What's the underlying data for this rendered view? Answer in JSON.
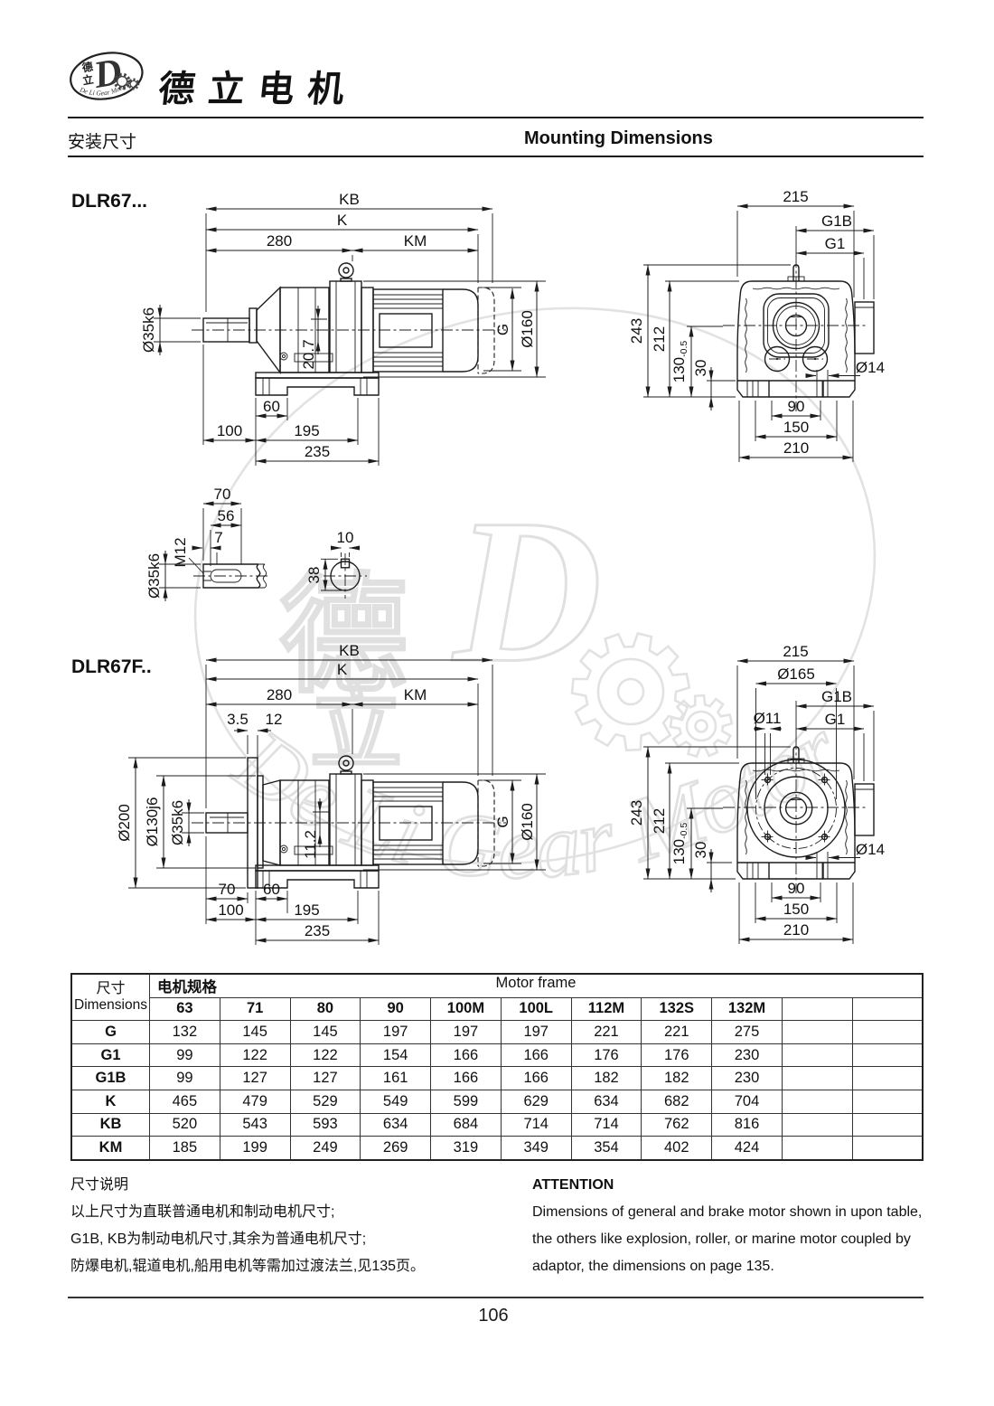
{
  "logo": {
    "cn_top": "德",
    "cn_bottom": "立",
    "letter": "D",
    "arc_text": "De Li Gear Motor"
  },
  "header": {
    "brand": "德立电机",
    "title_cn": "安装尺寸",
    "title_en": "Mounting Dimensions"
  },
  "sections": {
    "model1": "DLR67...",
    "model2": "DLR67F.."
  },
  "dims": {
    "side67": {
      "kb": "KB",
      "k": "K",
      "l280": "280",
      "km": "KM",
      "dia35": "Ø35k6",
      "g": "G",
      "dia160": "Ø160",
      "k207": "20.7",
      "l60": "60",
      "l100": "100",
      "l195": "195",
      "l235": "235"
    },
    "end67": {
      "l215": "215",
      "g1b": "G1B",
      "g1": "G1",
      "l243": "243",
      "l212": "212",
      "l130": "130",
      "tol": "-0.5",
      "l30": "30",
      "dia14": "Ø14",
      "l90": "90",
      "l150": "150",
      "l210": "210"
    },
    "shaft": {
      "l70": "70",
      "l56": "56",
      "l7": "7",
      "m12": "M12",
      "dia35": "Ø35k6",
      "l10": "10",
      "l38": "38"
    },
    "side67f": {
      "kb": "KB",
      "k": "K",
      "l280": "280",
      "km": "KM",
      "l35": "3.5",
      "l12": "12",
      "dia200": "Ø200",
      "dia130": "Ø130j6",
      "dia35": "Ø35k6",
      "k112": "11.2",
      "g": "G",
      "dia160": "Ø160",
      "l70": "70",
      "l60": "60",
      "l100": "100",
      "l195": "195",
      "l235": "235"
    },
    "end67f": {
      "l215": "215",
      "dia165": "Ø165",
      "g1b": "G1B",
      "dia11": "Ø11",
      "g1": "G1",
      "l243": "243",
      "l212": "212",
      "l130": "130",
      "tol": "-0.5",
      "l30": "30",
      "dia14": "Ø14",
      "l90": "90",
      "l150": "150",
      "l210": "210"
    }
  },
  "table": {
    "header_col1_cn": "尺寸",
    "header_col1_en": "Dimensions",
    "header_group_cn": "电机规格",
    "header_group_en": "Motor frame",
    "columns": [
      "63",
      "71",
      "80",
      "90",
      "100M",
      "100L",
      "112M",
      "132S",
      "132M",
      "",
      ""
    ],
    "rows": [
      {
        "label": "G",
        "values": [
          "132",
          "145",
          "145",
          "197",
          "197",
          "197",
          "221",
          "221",
          "275",
          "",
          ""
        ]
      },
      {
        "label": "G1",
        "values": [
          "99",
          "122",
          "122",
          "154",
          "166",
          "166",
          "176",
          "176",
          "230",
          "",
          ""
        ]
      },
      {
        "label": "G1B",
        "values": [
          "99",
          "127",
          "127",
          "161",
          "166",
          "166",
          "182",
          "182",
          "230",
          "",
          ""
        ]
      },
      {
        "label": "K",
        "values": [
          "465",
          "479",
          "529",
          "549",
          "599",
          "629",
          "634",
          "682",
          "704",
          "",
          ""
        ]
      },
      {
        "label": "KB",
        "values": [
          "520",
          "543",
          "593",
          "634",
          "684",
          "714",
          "714",
          "762",
          "816",
          "",
          ""
        ]
      },
      {
        "label": "KM",
        "values": [
          "185",
          "199",
          "249",
          "269",
          "319",
          "349",
          "354",
          "402",
          "424",
          "",
          ""
        ]
      }
    ]
  },
  "notes_cn": {
    "title": "尺寸说明",
    "lines": [
      "以上尺寸为直联普通电机和制动电机尺寸;",
      "G1B, KB为制动电机尺寸,其余为普通电机尺寸;",
      "防爆电机,辊道电机,船用电机等需加过渡法兰,见135页。"
    ]
  },
  "notes_en": {
    "title": "ATTENTION",
    "lines": [
      "Dimensions of general and brake motor shown in upon table,",
      "the others like explosion, roller, or marine motor coupled by",
      "adaptor, the dimensions on page 135."
    ]
  },
  "page_number": "106"
}
